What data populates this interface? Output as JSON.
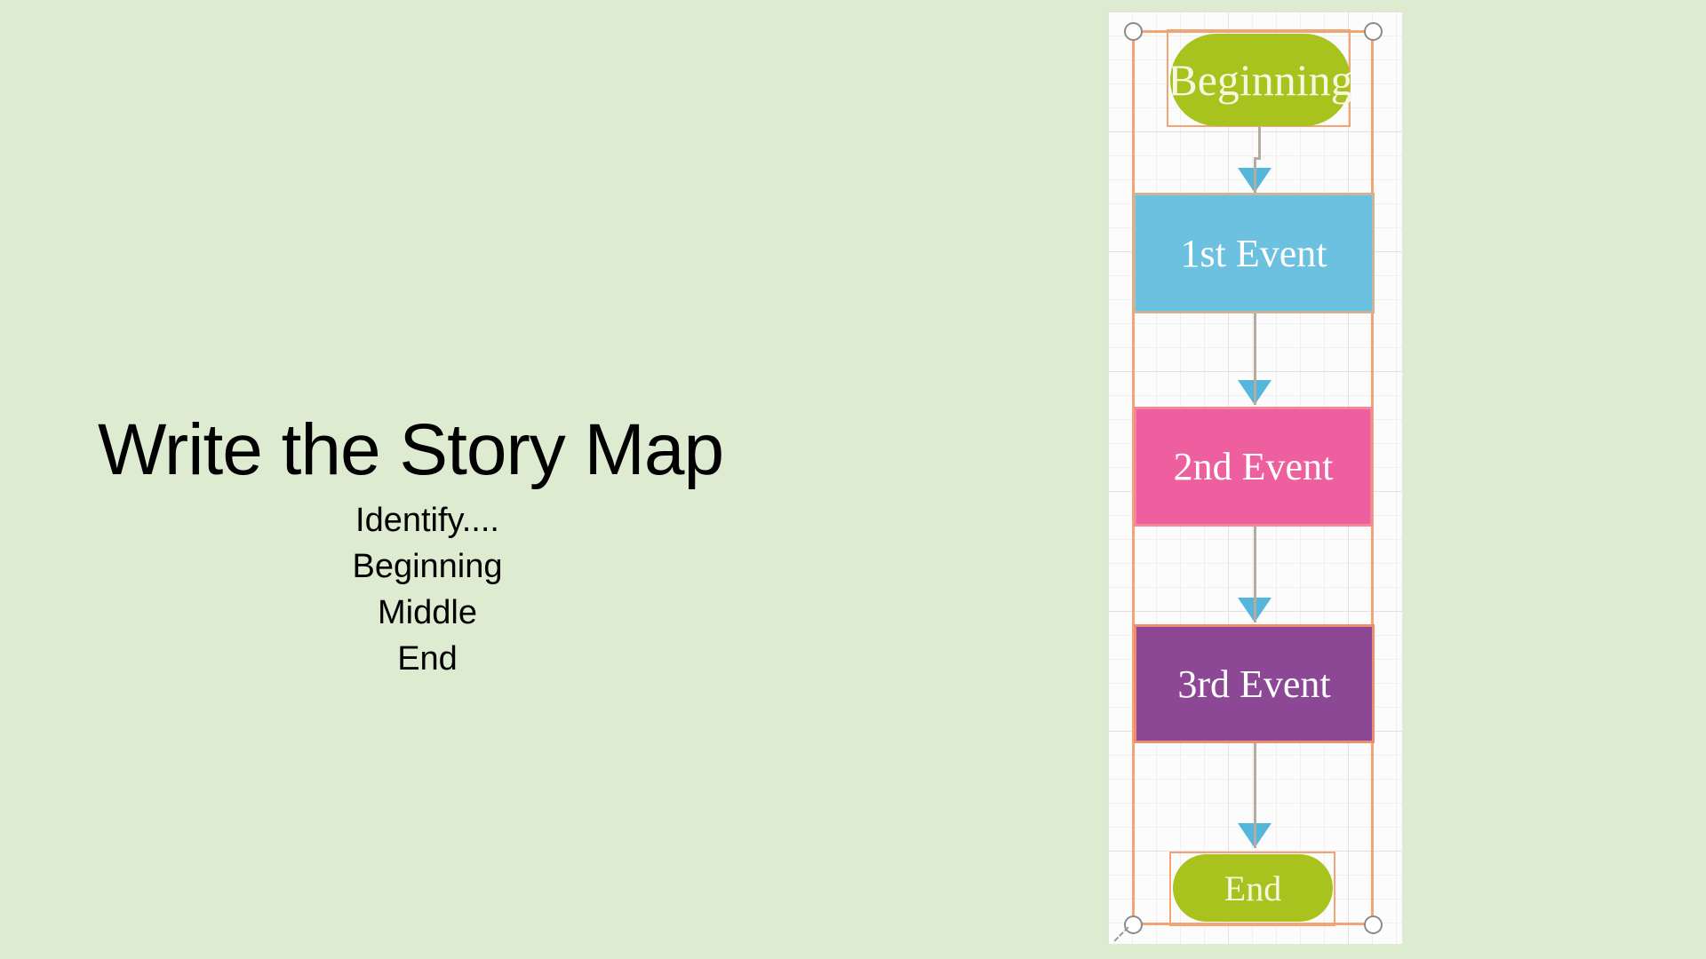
{
  "slide": {
    "background_color": "#ddebd0",
    "title": "Write the Story Map",
    "subtitle_lines": [
      "Identify....",
      "Beginning",
      "Middle",
      "End"
    ],
    "text_color": "#000000"
  },
  "diagram": {
    "canvas_color": "#fcfcfc",
    "selection_color": "#f2a475",
    "handle_border_color": "#8a8a8a",
    "connector_color": "#b4ac9e",
    "arrow_color": "#54b6da",
    "nodes": [
      {
        "label": "Beginning",
        "shape": "terminator",
        "fill": "#a8c21e",
        "border": "#e9b54d",
        "text_color": "#f7f7e0"
      },
      {
        "label": "1st Event",
        "shape": "process",
        "fill": "#6cc0e0",
        "border": "#c9b69a",
        "text_color": "#ffffff"
      },
      {
        "label": "2nd Event",
        "shape": "process",
        "fill": "#ed5f9e",
        "border": "#f4879a",
        "text_color": "#ffffff"
      },
      {
        "label": "3rd Event",
        "shape": "process",
        "fill": "#8c4795",
        "border": "#ec8d72",
        "text_color": "#ffffff"
      },
      {
        "label": "End",
        "shape": "terminator",
        "fill": "#a8c21e",
        "border": "#e9b54d",
        "text_color": "#f7f7e0"
      }
    ]
  }
}
